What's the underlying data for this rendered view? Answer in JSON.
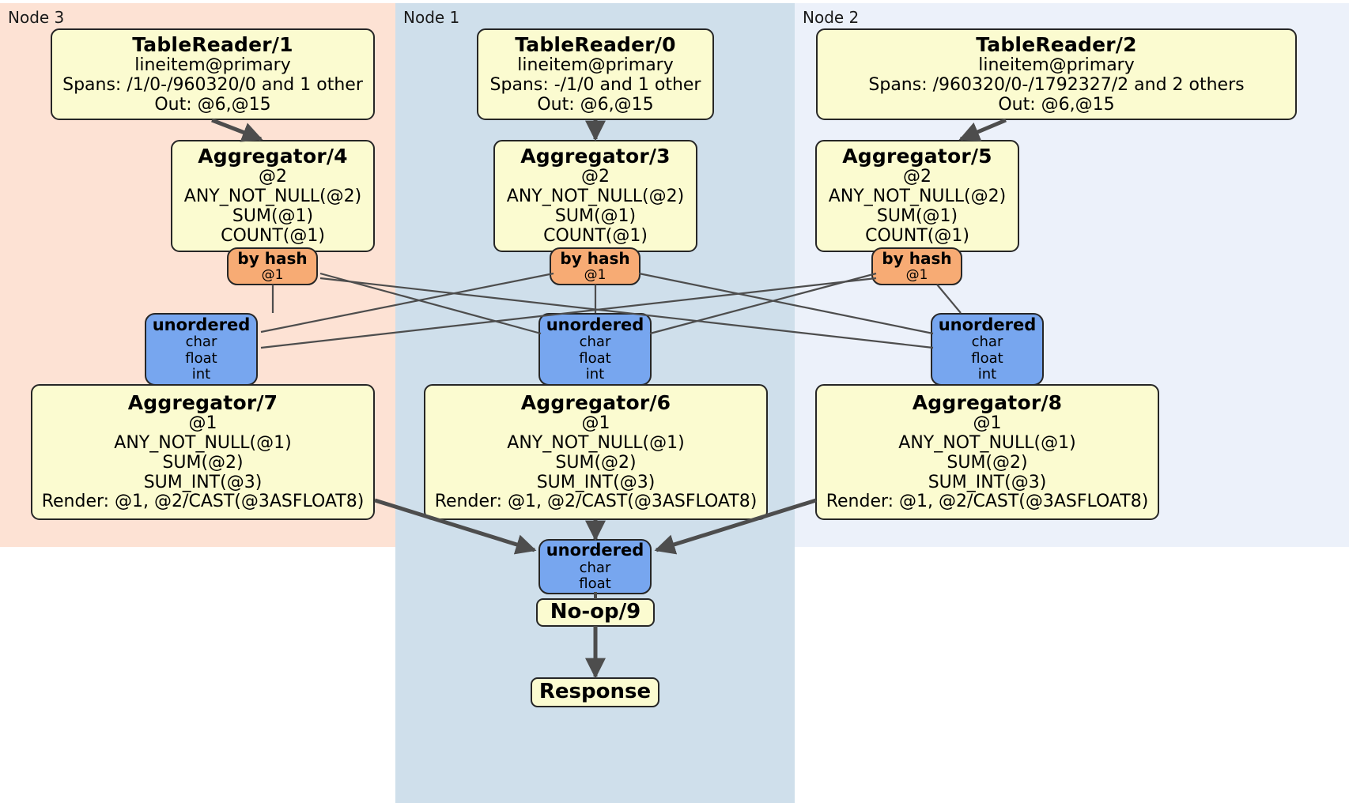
{
  "diagram": {
    "title": "Distributed SQL query execution plan",
    "colors": {
      "node3_bg": "#fde2d4",
      "node1_bg": "#cfdfeb",
      "node2_bg": "#ecf1fa",
      "processor_bg": "#fbfbd0",
      "router_bg": "#f7ab74",
      "receiver_bg": "#77a6ef",
      "edge": "#4d4d4d",
      "border": "#262626"
    }
  },
  "regions": [
    {
      "id": "node3",
      "label": "Node 3"
    },
    {
      "id": "node1",
      "label": "Node 1"
    },
    {
      "id": "node2",
      "label": "Node 2"
    }
  ],
  "table_readers": [
    {
      "id": "tr1",
      "title": "TableReader/1",
      "lines": [
        "lineitem@primary",
        "Spans: /1/0-/960320/0 and 1 other",
        "Out: @6,@15"
      ]
    },
    {
      "id": "tr0",
      "title": "TableReader/0",
      "lines": [
        "lineitem@primary",
        "Spans: -/1/0 and 1 other",
        "Out: @6,@15"
      ]
    },
    {
      "id": "tr2",
      "title": "TableReader/2",
      "lines": [
        "lineitem@primary",
        "Spans: /960320/0-/1792327/2 and 2 others",
        "Out: @6,@15"
      ]
    }
  ],
  "aggregators_stage1": [
    {
      "id": "agg4",
      "title": "Aggregator/4",
      "lines": [
        "@2",
        "ANY_NOT_NULL(@2)",
        "SUM(@1)",
        "COUNT(@1)"
      ]
    },
    {
      "id": "agg3",
      "title": "Aggregator/3",
      "lines": [
        "@2",
        "ANY_NOT_NULL(@2)",
        "SUM(@1)",
        "COUNT(@1)"
      ]
    },
    {
      "id": "agg5",
      "title": "Aggregator/5",
      "lines": [
        "@2",
        "ANY_NOT_NULL(@2)",
        "SUM(@1)",
        "COUNT(@1)"
      ]
    }
  ],
  "routers": [
    {
      "id": "hash-left",
      "title": "by hash",
      "lines": [
        "@1"
      ]
    },
    {
      "id": "hash-center",
      "title": "by hash",
      "lines": [
        "@1"
      ]
    },
    {
      "id": "hash-right",
      "title": "by hash",
      "lines": [
        "@1"
      ]
    }
  ],
  "receivers_stage1": [
    {
      "id": "recv-left",
      "title": "unordered",
      "lines": [
        "char",
        "float",
        "int"
      ]
    },
    {
      "id": "recv-center",
      "title": "unordered",
      "lines": [
        "char",
        "float",
        "int"
      ]
    },
    {
      "id": "recv-right",
      "title": "unordered",
      "lines": [
        "char",
        "float",
        "int"
      ]
    }
  ],
  "aggregators_stage2": [
    {
      "id": "agg7",
      "title": "Aggregator/7",
      "lines": [
        "@1",
        "ANY_NOT_NULL(@1)",
        "SUM(@2)",
        "SUM_INT(@3)",
        "Render: @1, @2/CAST(@3ASFLOAT8)"
      ]
    },
    {
      "id": "agg6",
      "title": "Aggregator/6",
      "lines": [
        "@1",
        "ANY_NOT_NULL(@1)",
        "SUM(@2)",
        "SUM_INT(@3)",
        "Render: @1, @2/CAST(@3ASFLOAT8)"
      ]
    },
    {
      "id": "agg8",
      "title": "Aggregator/8",
      "lines": [
        "@1",
        "ANY_NOT_NULL(@1)",
        "SUM(@2)",
        "SUM_INT(@3)",
        "Render: @1, @2/CAST(@3ASFLOAT8)"
      ]
    }
  ],
  "final_receiver": {
    "id": "recv-final",
    "title": "unordered",
    "lines": [
      "char",
      "float"
    ]
  },
  "noop": {
    "id": "noop9",
    "title": "No-op/9"
  },
  "response": {
    "id": "response",
    "title": "Response"
  }
}
